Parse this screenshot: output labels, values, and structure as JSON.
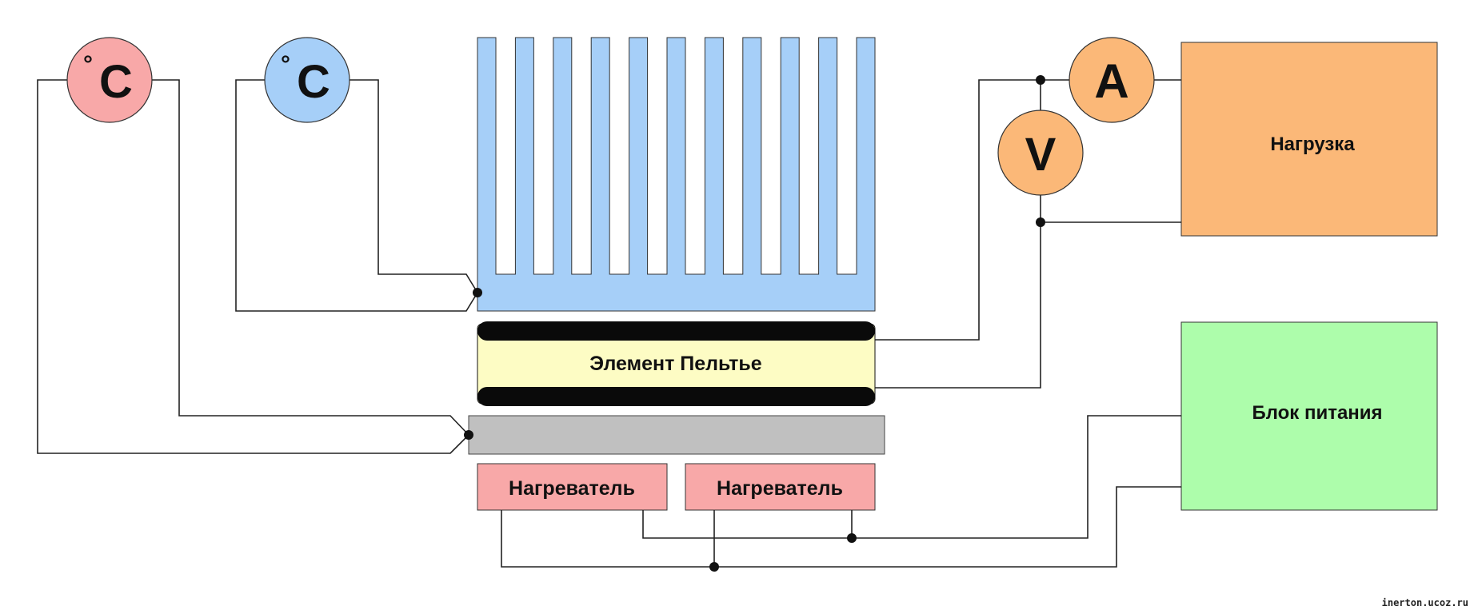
{
  "colors": {
    "heatsink": "#a6cff8",
    "peltier": "#fdfcc4",
    "plate": "#c0c0c0",
    "heater": "#f8a8a8",
    "load": "#fbb878",
    "power_supply": "#adfdab",
    "meter": "#fbb878",
    "thermometer_hot": "#f8a8a8",
    "thermometer_cold": "#a6cff8"
  },
  "thermometers": [
    {
      "unit_label": "C",
      "degree_symbol": "°",
      "color_key": "thermometer_hot"
    },
    {
      "unit_label": "C",
      "degree_symbol": "°",
      "color_key": "thermometer_cold"
    }
  ],
  "meters": {
    "ammeter": "A",
    "voltmeter": "V"
  },
  "blocks": {
    "load": "Нагрузка",
    "power_supply": "Блок питания",
    "peltier": "Элемент Пельтье",
    "heater_1": "Нагреватель",
    "heater_2": "Нагреватель"
  },
  "watermark": "inerton.ucoz.ru"
}
